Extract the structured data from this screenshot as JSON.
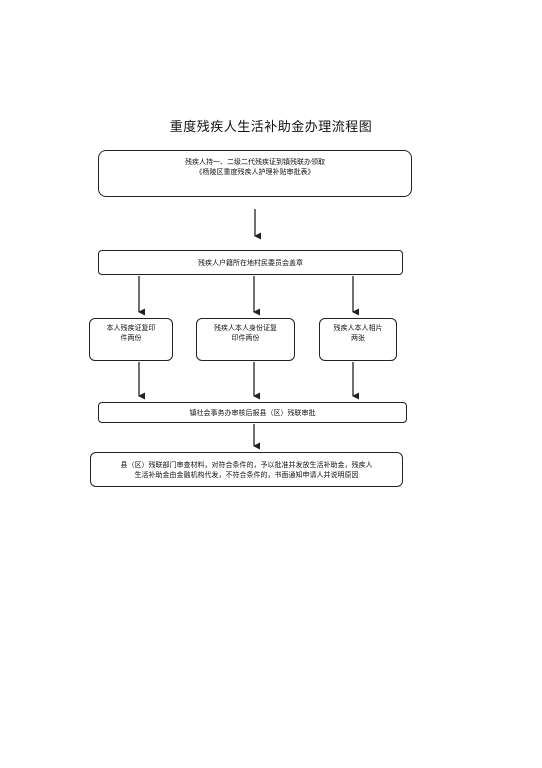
{
  "title": "重度残疾人生活补助金办理流程图",
  "steps": {
    "step1": {
      "line1": "残疾人持一、二级二代残疾证到镇残联办领取",
      "line2": "《杨陵区重度残疾人护理补贴审批表》"
    },
    "step2": {
      "text": "残疾人户籍所在地村民委员会盖章"
    },
    "documents": [
      {
        "line1": "本人残疾证复印",
        "line2": "件两份"
      },
      {
        "line1": "残疾人本人身份证复",
        "line2": "印件两份"
      },
      {
        "line1": "残疾人本人相片",
        "line2": "两张"
      }
    ],
    "step4": {
      "text": "镇社会事务办审核后报县（区）残联审批"
    },
    "step5": {
      "line1": "县（区）残联部门审查材料，对符合条件的，予以批准并发放生活补助金，残疾人",
      "line2": "生活补助金由金融机构代发，不符合条件的，书面通知申请人并说明原因"
    }
  },
  "colors": {
    "line": "#222222",
    "background": "#ffffff"
  }
}
